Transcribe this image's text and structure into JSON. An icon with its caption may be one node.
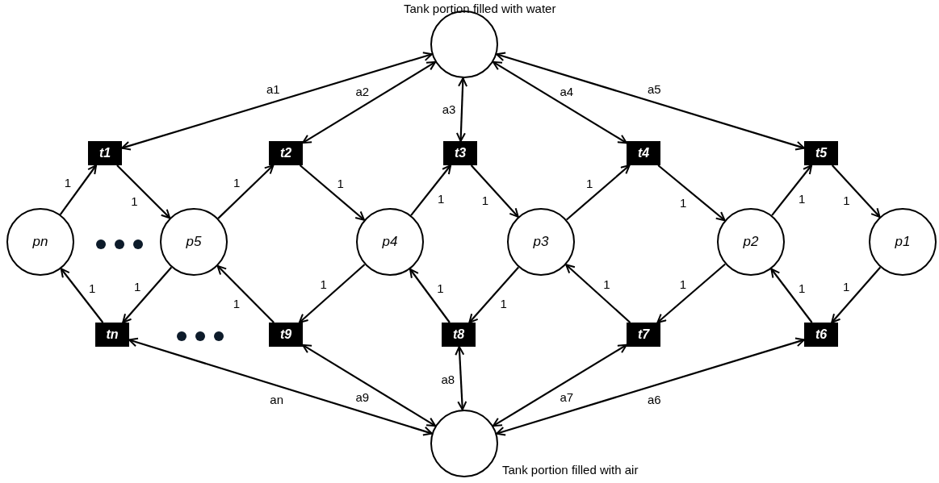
{
  "diagram": {
    "nodes": [
      {
        "text": [],
        "shape": "circle",
        "beside": [
          "Tank portion filled with water"
        ]
      },
      {
        "text": [
          "t1"
        ]
      },
      {
        "text": [
          "t2"
        ]
      },
      {
        "text": [
          "t3"
        ]
      },
      {
        "text": [
          "t4"
        ]
      },
      {
        "text": [
          "t5"
        ]
      },
      {
        "text": [
          "pn"
        ]
      },
      {
        "text": [
          "p5"
        ]
      },
      {
        "text": [
          "p4"
        ]
      },
      {
        "text": [
          "p3"
        ]
      },
      {
        "text": [
          "p2"
        ]
      },
      {
        "text": [
          "p1"
        ]
      },
      {
        "text": [
          "tn"
        ]
      },
      {
        "text": [
          "t9"
        ]
      },
      {
        "text": [
          "t8"
        ]
      },
      {
        "text": [
          "t7"
        ]
      },
      {
        "text": [
          "t6"
        ]
      },
      {
        "text": [],
        "shape": "circle",
        "beside": [
          "Tank portion filled with air"
        ]
      }
    ],
    "edges": [
      {
        "from": 0,
        "to": 1,
        "arrow": "both",
        "label": "a1"
      },
      {
        "from": 0,
        "to": 2,
        "arrow": "both",
        "label": "a2"
      },
      {
        "from": 0,
        "to": 3,
        "arrow": "both",
        "label": "a3"
      },
      {
        "from": 0,
        "to": 4,
        "arrow": "both",
        "label": "a4"
      },
      {
        "from": 0,
        "to": 5,
        "arrow": "both",
        "label": "a5"
      },
      {
        "from": 6,
        "to": 1,
        "arrow": "to",
        "label": "1"
      },
      {
        "from": 1,
        "to": 7,
        "arrow": "to",
        "label": "1"
      },
      {
        "from": 7,
        "to": 2,
        "arrow": "to",
        "label": "1"
      },
      {
        "from": 2,
        "to": 8,
        "arrow": "to",
        "label": "1"
      },
      {
        "from": 8,
        "to": 3,
        "arrow": "to",
        "label": "1"
      },
      {
        "from": 3,
        "to": 9,
        "arrow": "to",
        "label": "1"
      },
      {
        "from": 9,
        "to": 4,
        "arrow": "to",
        "label": "1"
      },
      {
        "from": 4,
        "to": 10,
        "arrow": "to",
        "label": "1"
      },
      {
        "from": 10,
        "to": 5,
        "arrow": "to",
        "label": "1"
      },
      {
        "from": 5,
        "to": 11,
        "arrow": "to",
        "label": "1"
      },
      {
        "from": 12,
        "to": 6,
        "arrow": "to",
        "label": "1"
      },
      {
        "from": 7,
        "to": 12,
        "arrow": "to",
        "label": "1"
      },
      {
        "from": 13,
        "to": 7,
        "arrow": "to",
        "label": "1"
      },
      {
        "from": 8,
        "to": 13,
        "arrow": "to",
        "label": "1"
      },
      {
        "from": 14,
        "to": 8,
        "arrow": "to",
        "label": "1"
      },
      {
        "from": 9,
        "to": 14,
        "arrow": "to",
        "label": "1"
      },
      {
        "from": 15,
        "to": 9,
        "arrow": "to",
        "label": "1"
      },
      {
        "from": 10,
        "to": 15,
        "arrow": "to",
        "label": "1"
      },
      {
        "from": 16,
        "to": 10,
        "arrow": "to",
        "label": "1"
      },
      {
        "from": 11,
        "to": 16,
        "arrow": "to",
        "label": "1"
      },
      {
        "from": 12,
        "to": 17,
        "arrow": "both",
        "label": "an"
      },
      {
        "from": 13,
        "to": 17,
        "arrow": "both",
        "label": "a9"
      },
      {
        "from": 14,
        "to": 17,
        "arrow": "both",
        "label": "a8"
      },
      {
        "from": 15,
        "to": 17,
        "arrow": "both",
        "label": "a7"
      },
      {
        "from": 16,
        "to": 17,
        "arrow": "both",
        "label": "a6"
      }
    ]
  }
}
